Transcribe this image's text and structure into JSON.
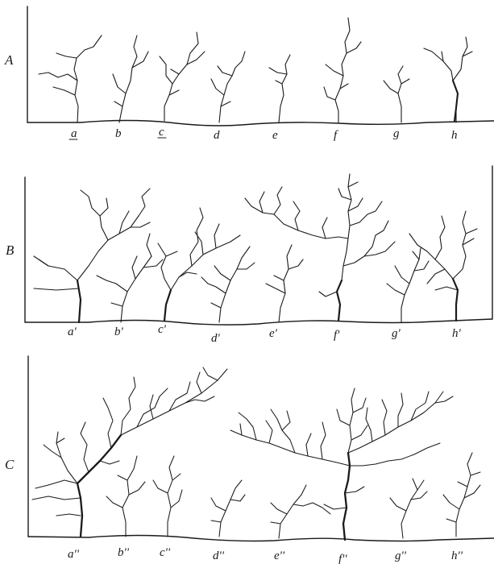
{
  "figure": {
    "ink_color": "#1a1a1a",
    "background": "#ffffff",
    "panels": [
      {
        "id": "A",
        "label": "A",
        "streams": [
          {
            "label": "a"
          },
          {
            "label": "b"
          },
          {
            "label": "c"
          },
          {
            "label": "d"
          },
          {
            "label": "e"
          },
          {
            "label": "f"
          },
          {
            "label": "g"
          },
          {
            "label": "h"
          }
        ]
      },
      {
        "id": "B",
        "label": "B",
        "streams": [
          {
            "label": "a'"
          },
          {
            "label": "b'"
          },
          {
            "label": "c'"
          },
          {
            "label": "d'"
          },
          {
            "label": "e'"
          },
          {
            "label": "f'"
          },
          {
            "label": "g'"
          },
          {
            "label": "h'"
          }
        ]
      },
      {
        "id": "C",
        "label": "C",
        "streams": [
          {
            "label": "a''"
          },
          {
            "label": "b''"
          },
          {
            "label": "c''"
          },
          {
            "label": "d''"
          },
          {
            "label": "e''"
          },
          {
            "label": "f''"
          },
          {
            "label": "g''"
          },
          {
            "label": "h''"
          }
        ]
      }
    ]
  }
}
